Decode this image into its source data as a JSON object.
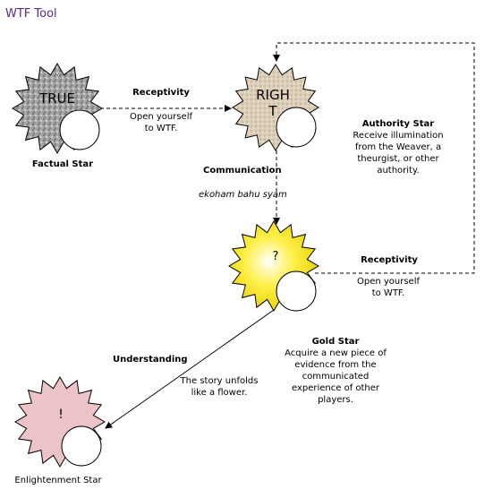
{
  "title": "WTF Tool",
  "stars": {
    "factual": {
      "symbol": "TRUE",
      "caption": "Factual Star"
    },
    "authority": {
      "symbol_line1": "RIGH",
      "symbol_line2": "T",
      "name": "Authority Star",
      "desc": [
        "Receive illumination",
        "from the Weaver, a",
        "theurgist, or other",
        "authority."
      ]
    },
    "gold": {
      "symbol": "?",
      "name": "Gold Star",
      "desc": [
        "Acquire a new piece of",
        "evidence from the",
        "communicated",
        "experience of other",
        "players."
      ]
    },
    "enlightenment": {
      "symbol": "!",
      "caption": "Enlightenment Star"
    }
  },
  "edges": {
    "receptivity_top": {
      "label": "Receptivity",
      "desc": [
        "Open yourself",
        "to WTF."
      ]
    },
    "communication": {
      "label": "Communication",
      "desc": "ekoham bahu syam"
    },
    "receptivity_right": {
      "label": "Receptivity",
      "desc": [
        "Open yourself",
        "to WTF."
      ]
    },
    "understanding": {
      "label": "Understanding",
      "desc": [
        "The story unfolds",
        "like a flower."
      ]
    }
  },
  "colors": {
    "title": "#5b2a86",
    "factual_fill": "#9c9c9c",
    "authority_fill": "#d8cbb5",
    "gold_fill": "#f2e21a",
    "enlightenment_fill": "#ecc3c6"
  }
}
